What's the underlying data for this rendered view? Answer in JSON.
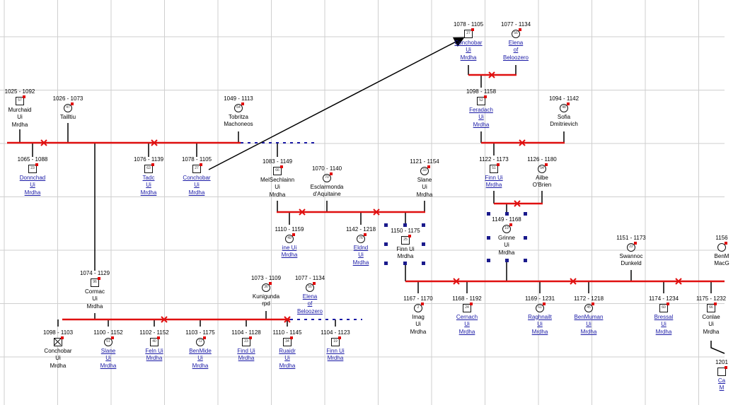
{
  "colors": {
    "marriage": "#e01010",
    "descent": "#000000",
    "pending": "#1a1aa6",
    "marker": "#e00000",
    "link": "#1a1aa6"
  },
  "people": [
    {
      "id": "p1",
      "dates": "1025 - 1092",
      "badge": "57",
      "sex": "m",
      "name": [
        "Murchaid",
        "Ui",
        "Mrdha"
      ],
      "link": false
    },
    {
      "id": "p2",
      "dates": "1026 - 1073",
      "badge": "47",
      "sex": "f",
      "name": [
        "Tailltiu"
      ],
      "link": false
    },
    {
      "id": "p3",
      "dates": "1049 - 1113",
      "badge": "64",
      "sex": "f",
      "name": [
        "Tobritza",
        "Machoneos"
      ],
      "link": false
    },
    {
      "id": "p4",
      "dates": "1065 - 1088",
      "badge": "23",
      "sex": "m",
      "name": [
        "Donnchad",
        "Ui",
        "Mrdha"
      ],
      "link": true
    },
    {
      "id": "p5",
      "dates": "1076 - 1139",
      "badge": "63",
      "sex": "m",
      "name": [
        "Tadc",
        "Ui",
        "Mrdha"
      ],
      "link": true
    },
    {
      "id": "p6",
      "dates": "1078 - 1105",
      "badge": "27",
      "sex": "m",
      "name": [
        "Conchobar",
        "Ui",
        "Mrdha"
      ],
      "link": true
    },
    {
      "id": "p7",
      "dates": "1078 - 1105",
      "badge": "27",
      "sex": "m",
      "name": [
        "Conchobar",
        "Ui",
        "Mrdha"
      ],
      "link": true
    },
    {
      "id": "p8",
      "dates": "1077 - 1134",
      "badge": "56",
      "sex": "f",
      "name": [
        "Elena",
        "of",
        "Beloozero"
      ],
      "link": true
    },
    {
      "id": "p9",
      "dates": "1098 - 1158",
      "badge": "52",
      "sex": "m",
      "name": [
        "Feradach",
        "Ui",
        "Mrdha"
      ],
      "link": true
    },
    {
      "id": "p10",
      "dates": "1094 - 1142",
      "badge": "48",
      "sex": "f",
      "name": [
        "Sofia",
        "Dmitrievich"
      ],
      "link": false
    },
    {
      "id": "p11",
      "dates": "1083 - 1149",
      "badge": "66",
      "sex": "m",
      "name": [
        "MelSechlainn",
        "Ui",
        "Mrdha"
      ],
      "link": false
    },
    {
      "id": "p12",
      "dates": "1070 - 1140",
      "badge": "70",
      "sex": "f",
      "name": [
        "Esclarmonda",
        "d'Aquitaine"
      ],
      "link": false
    },
    {
      "id": "p13",
      "dates": "1121 - 1154",
      "badge": "33",
      "sex": "f",
      "name": [
        "Slane",
        "Ui",
        "Mrdha"
      ],
      "link": false
    },
    {
      "id": "p14",
      "dates": "1122 - 1173",
      "badge": "51",
      "sex": "m",
      "name": [
        "Finn Ui",
        "Mrdha"
      ],
      "link": true
    },
    {
      "id": "p15",
      "dates": "1126 - 1180",
      "badge": "54",
      "sex": "f",
      "name": [
        "Ailbe",
        "O'Brien"
      ],
      "link": false
    },
    {
      "id": "p16",
      "dates": "1110 - 1159",
      "badge": "49",
      "sex": "f",
      "name": [
        "ine Ui",
        "Mrdha"
      ],
      "link": true
    },
    {
      "id": "p17",
      "dates": "1142 - 1218",
      "badge": "76",
      "sex": "f",
      "name": [
        "Eldnd",
        "Ui",
        "Mrdha"
      ],
      "link": true
    },
    {
      "id": "p18",
      "dates": "1150 - 1175",
      "badge": "25",
      "sex": "m",
      "name": [
        "Finn Ui",
        "Mrdha"
      ],
      "link": false
    },
    {
      "id": "p19",
      "dates": "1149 - 1168",
      "badge": "19",
      "sex": "f",
      "name": [
        "Grinne",
        "Ui",
        "Mrdha"
      ],
      "link": false
    },
    {
      "id": "p20",
      "dates": "1151 - 1173",
      "badge": "22",
      "sex": "f",
      "name": [
        "Swannoc",
        "Dunkeld"
      ],
      "link": false
    },
    {
      "id": "p21",
      "dates": "1156",
      "badge": "",
      "sex": "f",
      "name": [
        "BenM",
        "MacG"
      ],
      "link": false
    },
    {
      "id": "p22",
      "dates": "1074 - 1129",
      "badge": "96",
      "sex": "m",
      "name": [
        "Cormac",
        "Ui",
        "Mrdha"
      ],
      "link": false
    },
    {
      "id": "p23",
      "dates": "1073 - 1109",
      "badge": "36",
      "sex": "f",
      "name": [
        "Kunigunda",
        "rpd"
      ],
      "link": false
    },
    {
      "id": "p24",
      "dates": "1077 - 1134",
      "badge": "56",
      "sex": "f",
      "name": [
        "Elena",
        "of",
        "Beloozero"
      ],
      "link": true
    },
    {
      "id": "p25",
      "dates": "1098 - 1103",
      "badge": "",
      "sex": "x",
      "name": [
        "Conchobar",
        "Ui",
        "Mrdha"
      ],
      "link": false
    },
    {
      "id": "p26",
      "dates": "1100 - 1152",
      "badge": "61",
      "sex": "f",
      "name": [
        "Slane",
        "Ui",
        "Mrdha"
      ],
      "link": true
    },
    {
      "id": "p27",
      "dates": "1102 - 1152",
      "badge": "40",
      "sex": "m",
      "name": [
        "Feln Ui",
        "Mrdha"
      ],
      "link": true
    },
    {
      "id": "p28",
      "dates": "1103 - 1175",
      "badge": "72",
      "sex": "f",
      "name": [
        "BenMide",
        "Ui",
        "Mrdha"
      ],
      "link": true
    },
    {
      "id": "p29",
      "dates": "1104 - 1128",
      "badge": "23",
      "sex": "m",
      "name": [
        "Find Ui",
        "Mrdha"
      ],
      "link": true
    },
    {
      "id": "p30",
      "dates": "1110 - 1145",
      "badge": "34",
      "sex": "m",
      "name": [
        "Ruaidr",
        "Ui",
        "Mrdha"
      ],
      "link": true
    },
    {
      "id": "p31",
      "dates": "1104 - 1123",
      "badge": "19",
      "sex": "m",
      "name": [
        "Finn Ui",
        "Mrdha"
      ],
      "link": true
    },
    {
      "id": "p32",
      "dates": "1167 - 1170",
      "badge": "2",
      "sex": "f",
      "name": [
        "Imag",
        "Ui",
        "Mrdha"
      ],
      "link": false
    },
    {
      "id": "p33",
      "dates": "1168 - 1192",
      "badge": "24",
      "sex": "m",
      "name": [
        "Cernach",
        "Ui",
        "Mrdha"
      ],
      "link": true
    },
    {
      "id": "p34",
      "dates": "1169 - 1231",
      "badge": "61",
      "sex": "f",
      "name": [
        "Raghnailt",
        "Ui",
        "Mrdha"
      ],
      "link": true
    },
    {
      "id": "p35",
      "dates": "1172 - 1218",
      "badge": "45",
      "sex": "f",
      "name": [
        "BenMuman",
        "Ui",
        "Mrdha"
      ],
      "link": true
    },
    {
      "id": "p36",
      "dates": "1174 - 1234",
      "badge": "60",
      "sex": "m",
      "name": [
        "Bressal",
        "Ui",
        "Mrdha"
      ],
      "link": true
    },
    {
      "id": "p37",
      "dates": "1175 - 1232",
      "badge": "66",
      "sex": "m",
      "name": [
        "Conlae",
        "Ui",
        "Mrdha"
      ],
      "link": false
    },
    {
      "id": "p38",
      "dates": "1201",
      "badge": "",
      "sex": "m",
      "name": [
        "Ca",
        "M"
      ],
      "link": true
    }
  ]
}
